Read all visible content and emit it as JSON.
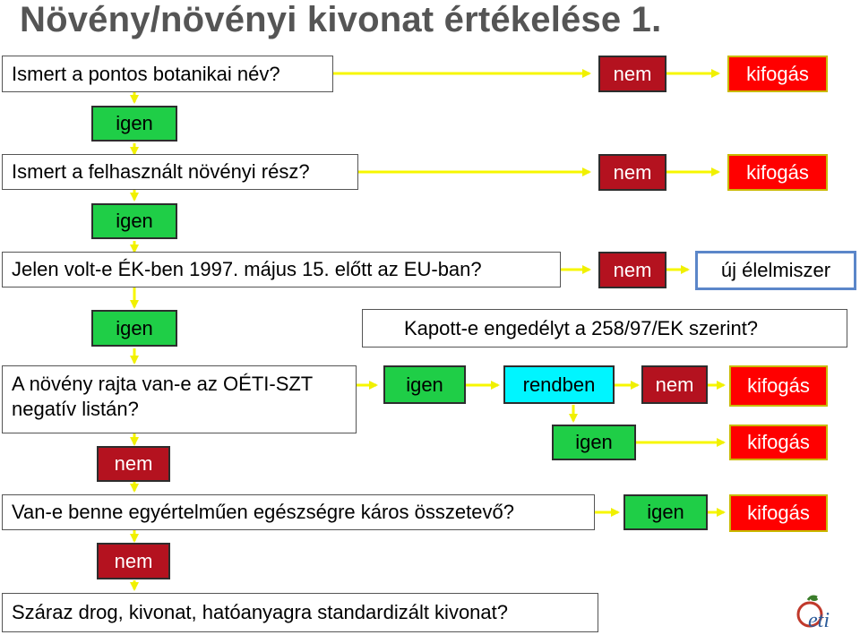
{
  "title": "Növény/növényi kivonat értékelése 1.",
  "questions": {
    "q1": "Ismert a pontos botanikai név?",
    "q2": "Ismert a felhasznált növényi rész?",
    "q3": "Jelen volt-e ÉK-ben 1997. május 15. előtt az EU-ban?",
    "q4": "Kapott-e engedélyt a 258/97/EK szerint?",
    "q5": "A növény rajta van-e az OÉTI-SZT  negatív listán?",
    "q6": "Van-e benne egyértelműen egészségre káros összetevő?",
    "q7": "Száraz drog, kivonat, hatóanyagra standardizált kivonat?"
  },
  "labels": {
    "igen": "igen",
    "nem": "nem",
    "kifogas": "kifogás",
    "uj_elelmiszer": "új élelmiszer",
    "rendben": "rendben"
  },
  "logo_text": "ÖETI",
  "colors": {
    "igen": "#1fce47",
    "nem": "#b4121f",
    "kifogas": "#ff0000",
    "rendben": "#00f5ff",
    "arrow": "#f7f700",
    "uj_border": "#5b86c9"
  }
}
